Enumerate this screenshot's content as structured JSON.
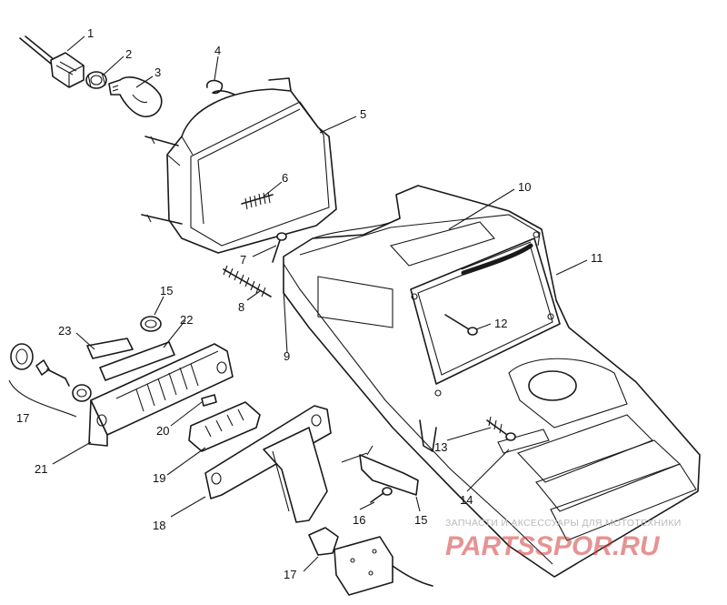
{
  "diagram": {
    "labels": {
      "p1": "1",
      "p2": "2",
      "p3": "3",
      "p4": "4",
      "p5": "5",
      "p6": "6",
      "p7": "7",
      "p8": "8",
      "p9": "9",
      "p10": "10",
      "p11": "11",
      "p12": "12",
      "p13": "13",
      "p14": "14",
      "p15a": "15",
      "p15b": "15",
      "p16": "16",
      "p17a": "17",
      "p17b": "17",
      "p18": "18",
      "p19": "19",
      "p20": "20",
      "p21": "21",
      "p22": "22",
      "p23": "23"
    }
  },
  "watermark": {
    "subtitle": "ЗАПЧАСТИ И АКСЕССУАРЫ ДЛЯ МОТОТЕХНИКИ",
    "logo": "PARTSSPOR.RU"
  },
  "colors": {
    "line": "#1a1a1a",
    "background": "#ffffff",
    "logo": "#d23a3a",
    "subtitle": "#b9b9b9"
  }
}
